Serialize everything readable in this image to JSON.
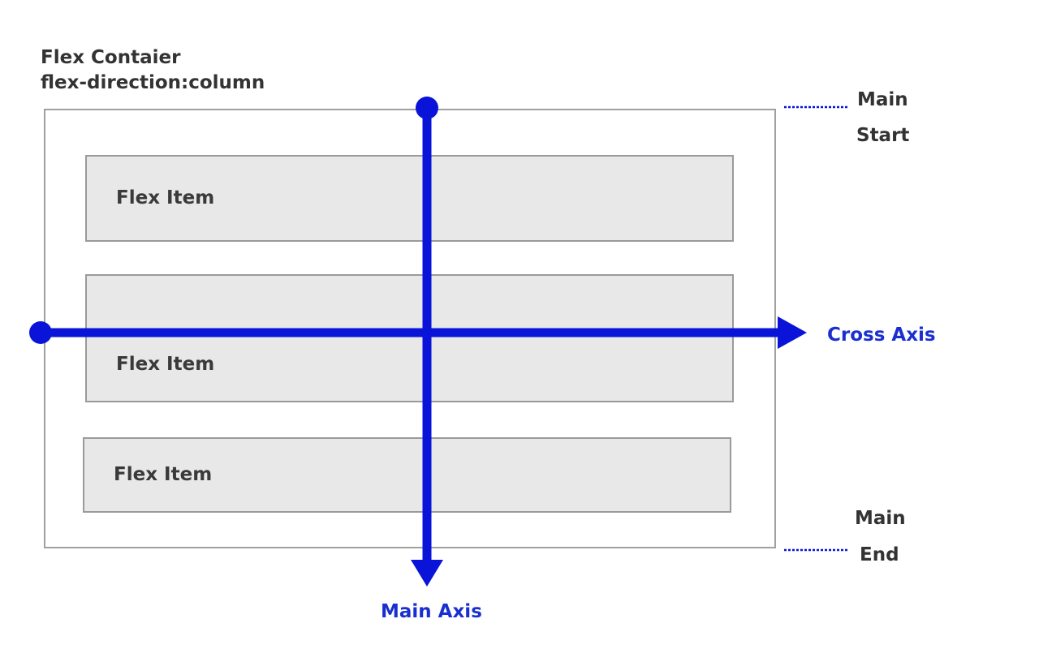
{
  "title": {
    "line1": "Flex Contaier",
    "line2": "flex-direction:column"
  },
  "items": [
    {
      "label": "Flex Item"
    },
    {
      "label": "Flex Item"
    },
    {
      "label": "Flex Item"
    }
  ],
  "axes": {
    "main_axis_label": "Main Axis",
    "cross_axis_label": "Cross Axis"
  },
  "markers": {
    "main_start": {
      "line1": "Main",
      "line2": "Start"
    },
    "main_end": {
      "line1": "Main",
      "line2": "End"
    }
  },
  "colors": {
    "axis": "#0a14d8",
    "axis_label": "#1a2fd0",
    "item_fill": "#e8e8e8",
    "border": "#a0a0a0",
    "text": "#333333"
  }
}
